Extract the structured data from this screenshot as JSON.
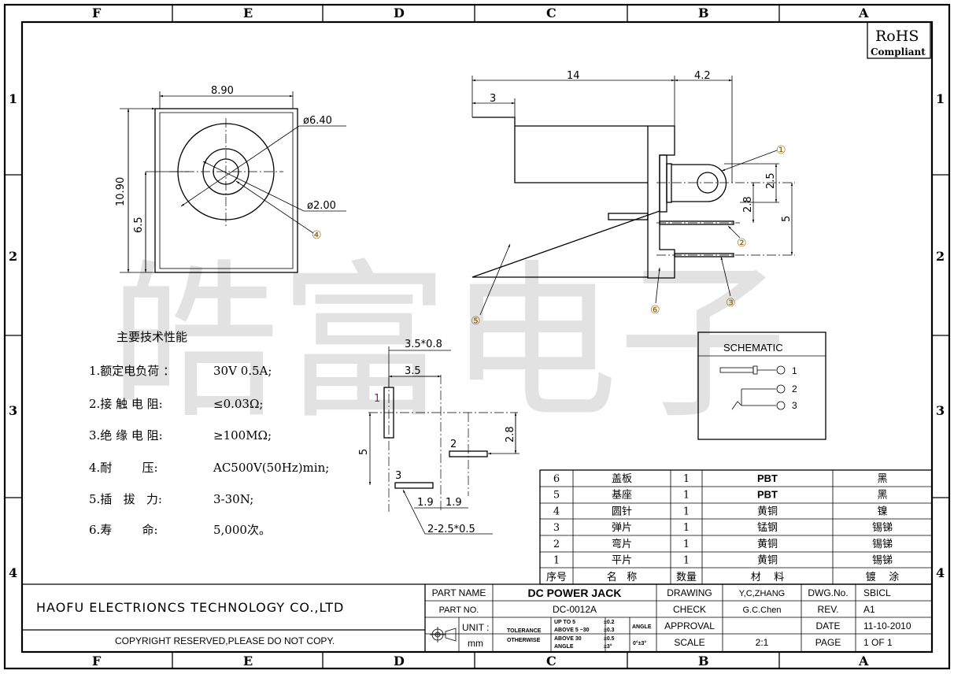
{
  "watermark": "皓富电子",
  "rohs": {
    "title": "RoHS",
    "subtitle": "Compliant"
  },
  "zones": {
    "columns": [
      "F",
      "E",
      "D",
      "C",
      "B",
      "A"
    ],
    "rows": [
      "1",
      "2",
      "3",
      "4"
    ]
  },
  "front_view": {
    "width_dim": "8.90",
    "height_dim": "10.90",
    "center_dim": "6.5",
    "outer_dia": "ø6.40",
    "pin_dia": "ø2.00",
    "callout": "④"
  },
  "side_view": {
    "length_dim": "14",
    "step_dim": "3",
    "tail_dim": "4.2",
    "dim_25": "2.5",
    "dim_28": "2.8",
    "dim_5": "5",
    "callouts": [
      "①",
      "②",
      "③",
      "⑤",
      "⑥"
    ]
  },
  "specs": {
    "title": "主要技术性能",
    "items": [
      {
        "label": "1.额定电负荷 ：",
        "value": "30V 0.5A;"
      },
      {
        "label": "2.接 触 电 阻:",
        "value": "≤0.03Ω;"
      },
      {
        "label": "3.绝 缘 电 阻:",
        "value": "≥100MΩ;"
      },
      {
        "label": "4.耐        压:",
        "value": "AC500V(50Hz)min;"
      },
      {
        "label": "5.插   拔   力:",
        "value": "3-30N;"
      },
      {
        "label": "6.寿        命:",
        "value": "5,000次。"
      }
    ]
  },
  "pad_layout": {
    "slot_dim": "3.5*0.8",
    "dim_35": "3.5",
    "dim_28": "2.8",
    "dim_5": "5",
    "dim_19a": "1.9",
    "dim_19b": "1.9",
    "slots_dim": "2-2.5*0.5",
    "pin_labels": [
      "1",
      "2",
      "3"
    ]
  },
  "schematic": {
    "title": "SCHEMATIC",
    "pins": [
      "1",
      "2",
      "3"
    ]
  },
  "bom": {
    "rows": [
      {
        "no": "6",
        "name": "盖板",
        "qty": "1",
        "material": "PBT",
        "finish": "黑"
      },
      {
        "no": "5",
        "name": "基座",
        "qty": "1",
        "material": "PBT",
        "finish": "黑"
      },
      {
        "no": "4",
        "name": "圆针",
        "qty": "1",
        "material": "黄铜",
        "finish": "镍"
      },
      {
        "no": "3",
        "name": "弹片",
        "qty": "1",
        "material": "锰钢",
        "finish": "锡锑"
      },
      {
        "no": "2",
        "name": "弯片",
        "qty": "1",
        "material": "黄铜",
        "finish": "锡锑"
      },
      {
        "no": "1",
        "name": "平片",
        "qty": "1",
        "material": "黄铜",
        "finish": "锡锑"
      }
    ],
    "header": {
      "no": "序号",
      "name": "名   称",
      "qty": "数量",
      "material": "材    料",
      "finish": "镀    涂"
    }
  },
  "title_block": {
    "company": "HAOFU ELECTRIONCS TECHNOLOGY CO.,LTD",
    "copyright": "COPYRIGHT RESERVED,PLEASE DO NOT COPY.",
    "part_name_label": "PART NAME",
    "part_name": "DC POWER JACK",
    "part_no_label": "PART NO.",
    "part_no": "DC-0012A",
    "unit_label": "UNIT :",
    "unit": "mm",
    "tolerance_label": "TOLERANCE",
    "otherwise_label": "OTHERWISE",
    "tol_ranges": [
      "UP TO 5",
      "ABOVE 5 ~30",
      "ABOVE 30",
      "ANGLE"
    ],
    "tol_values": [
      "±0.2",
      "±0.3",
      "±0.5",
      "±3°"
    ],
    "angle_label": "ANGLE",
    "angle_value": "0°±3°",
    "drawing_label": "DRAWING",
    "drawing": "Y,C,ZHANG",
    "check_label": "CHECK",
    "check": "G.C.Chen",
    "approval_label": "APPROVAL",
    "approval": "",
    "scale_label": "SCALE",
    "scale": "2:1",
    "dwg_no_label": "DWG.No.",
    "dwg_no": "SBICL",
    "rev_label": "REV.",
    "rev": "A1",
    "date_label": "DATE",
    "date": "11-10-2010",
    "page_label": "PAGE",
    "page": "1 OF 1"
  }
}
